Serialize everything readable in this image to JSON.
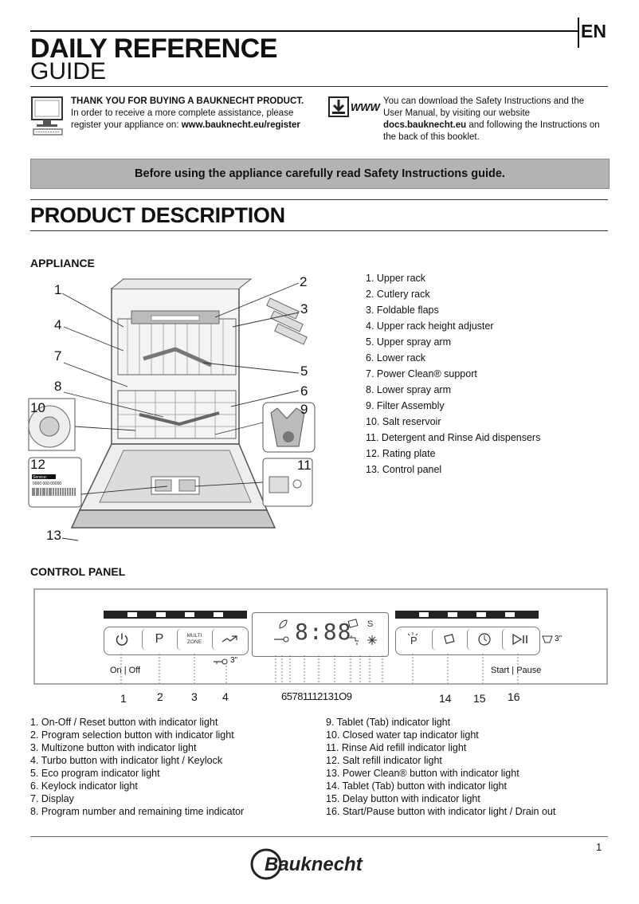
{
  "header": {
    "lang": "EN",
    "title_line1": "DAILY REFERENCE",
    "title_line2": "GUIDE"
  },
  "intro": {
    "thanks_bold": "THANK YOU FOR BUYING A BAUKNECHT PRODUCT.",
    "thanks_text1": "In order to receive a more complete assistance, please",
    "thanks_text2_prefix": "register your appliance on: ",
    "thanks_url": "www.bauknecht.eu/register",
    "www_label": "WWW",
    "download_text1": "You can download the Safety Instructions and the",
    "download_text2": "User Manual, by visiting our website",
    "download_url": "docs.bauknecht.eu",
    "download_text3": " and following the Instructions on",
    "download_text4": "the back of this booklet."
  },
  "banner": "Before using the appliance carefully read Safety Instructions guide.",
  "product_description": {
    "title": "PRODUCT  DESCRIPTION",
    "appliance_heading": "APPLIANCE",
    "appliance_items": [
      "1.  Upper rack",
      "2.  Cutlery rack",
      "3.  Foldable flaps",
      "4.  Upper rack height adjuster",
      "5.  Upper spray arm",
      "6.  Lower  rack",
      "7.    Power Clean® support",
      "8.  Lower spray arm",
      "9.  Filter Assembly",
      "10.  Salt reservoir",
      "11.  Detergent and Rinse Aid dispensers",
      "12.  Rating plate",
      "13.  Control panel"
    ],
    "callouts": [
      "1",
      "2",
      "3",
      "4",
      "5",
      "6",
      "7",
      "8",
      "9",
      "10",
      "11",
      "12",
      "13"
    ],
    "rating_plate": {
      "service_label": "Service:",
      "service_number": "0000 000 00000"
    }
  },
  "control_panel": {
    "heading": "CONTROL PANEL",
    "buttons": {
      "program_glyph": "P",
      "multizone_line1": "MULTI",
      "multizone_line2": "ZONE",
      "turbo_caption": "3\"",
      "onoff_caption": "On | Off",
      "startpause_caption": "Start | Pause",
      "drain_caption": "3\"",
      "display_digits": "8:88"
    },
    "numbers_left": [
      "1",
      "2",
      "3",
      "4"
    ],
    "numbers_display": "65781112131O9",
    "numbers_right": [
      "14",
      "15",
      "16"
    ],
    "items_left": [
      "1.  On-Off / Reset button with indicator light",
      "2.  Program selection button with indicator light",
      "3.  Multizone button with indicator light",
      "4.  Turbo button with indicator light / Keylock",
      "5.  Eco program indicator light",
      "6.  Keylock indicator light",
      "7.  Display",
      "8.  Program number and remaining time indicator"
    ],
    "items_right": [
      "9.  Tablet (Tab) indicator light",
      "10.  Closed water tap indicator light",
      "11.  Rinse Aid refill indicator light",
      "12.  Salt refill indicator light",
      "13.  Power Clean® button with indicator light",
      "14.  Tablet (Tab) button with indicator light",
      "15.  Delay button with indicator light",
      "16.  Start/Pause button with indicator light / Drain out"
    ]
  },
  "footer": {
    "page_number": "1",
    "brand": "Bauknecht"
  },
  "colors": {
    "banner_bg": "#b3b3b3",
    "text": "#111111",
    "panel_border": "#aaaaaa"
  }
}
